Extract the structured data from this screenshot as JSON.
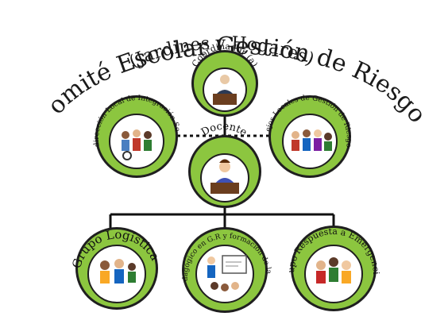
{
  "title": "Comité Escolar Gestión de Riesgos",
  "subtitle": "(Jardines y Hogares)",
  "nodes": {
    "coordinador": {
      "label": "Coordinador (a)"
    },
    "docente": {
      "label": "Docente"
    },
    "subdireccion": {
      "label": "Subdirección Local de Integración Social"
    },
    "consejos": {
      "label": "Consejos Locales de Gestión de Riesgos - cc"
    },
    "logistica": {
      "label": "Grupo Logística"
    },
    "pedagogico": {
      "label": "Grupo de Pedagógico en G.R y formación de la Comunidad"
    },
    "respuesta": {
      "label": "Grupo Respuesta a Emergencias"
    }
  },
  "colors": {
    "ring_green": "#8cc63f",
    "ring_dark": "#1f1f1f",
    "inner_bg": "#ffffff",
    "connector": "#111111"
  }
}
